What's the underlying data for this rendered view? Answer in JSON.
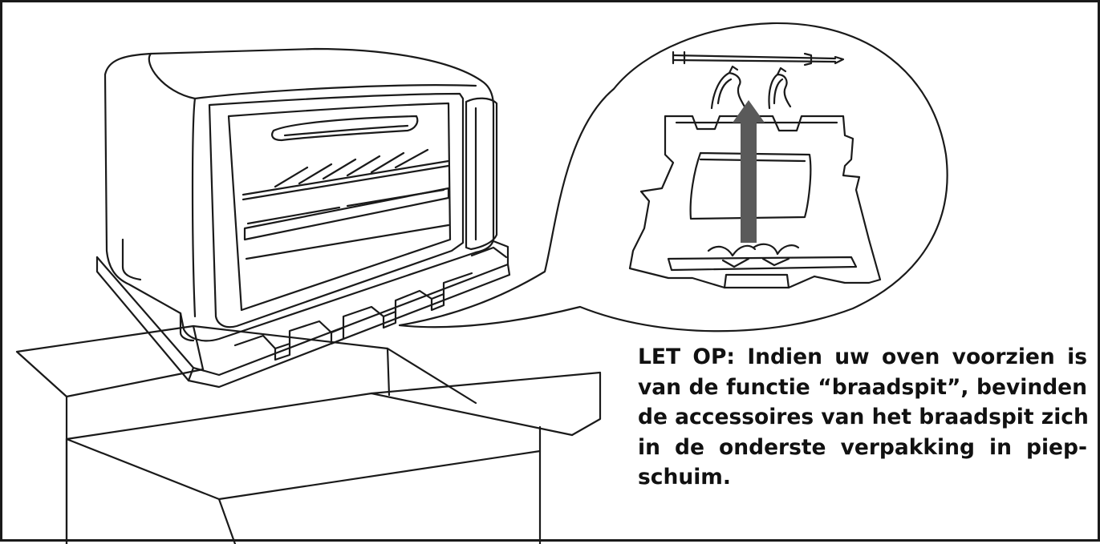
{
  "note": {
    "lines": [
      "LET OP: Indien uw oven voorzien is",
      "van de functie “braadspit”, bevinden",
      "de accessoires van het braadspit zich",
      "in de onderste verpakking in piep-",
      "schuim."
    ]
  },
  "colors": {
    "line": "#1a1a1a",
    "arrow": "#5a5a5a",
    "background": "#ffffff"
  }
}
